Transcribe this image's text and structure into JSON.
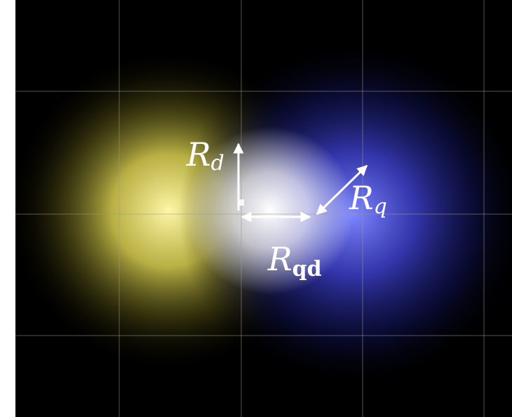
{
  "diagram": {
    "labels": {
      "r_d": {
        "main": "R",
        "sub": "d"
      },
      "r_q": {
        "main": "R",
        "sub": "q"
      },
      "r_qd": {
        "main": "R",
        "sub": "qd"
      }
    },
    "colors": {
      "background": "#000000",
      "yellow_glow": "#fff5a0",
      "blue_glow": "#5060ff",
      "center_white": "#ffffff",
      "grid": "#8a8a7a",
      "arrow": "#ffffff"
    }
  }
}
